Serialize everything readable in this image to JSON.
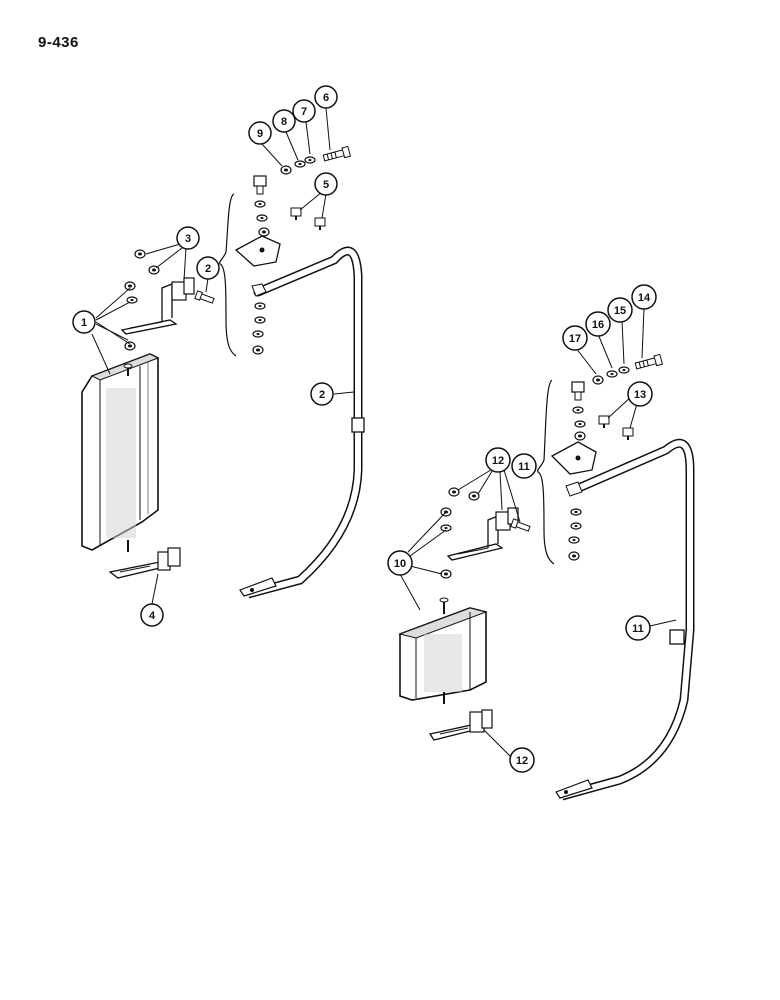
{
  "page": {
    "number": "9-436"
  },
  "callouts": [
    {
      "id": "c1",
      "label": "1"
    },
    {
      "id": "c2a",
      "label": "2"
    },
    {
      "id": "c2b",
      "label": "2"
    },
    {
      "id": "c3",
      "label": "3"
    },
    {
      "id": "c4",
      "label": "4"
    },
    {
      "id": "c5",
      "label": "5"
    },
    {
      "id": "c6",
      "label": "6"
    },
    {
      "id": "c7",
      "label": "7"
    },
    {
      "id": "c8",
      "label": "8"
    },
    {
      "id": "c9",
      "label": "9"
    },
    {
      "id": "c10",
      "label": "10"
    },
    {
      "id": "c11a",
      "label": "11"
    },
    {
      "id": "c11b",
      "label": "11"
    },
    {
      "id": "c12a",
      "label": "12"
    },
    {
      "id": "c12b",
      "label": "12"
    },
    {
      "id": "c13",
      "label": "13"
    },
    {
      "id": "c14",
      "label": "14"
    },
    {
      "id": "c15",
      "label": "15"
    },
    {
      "id": "c16",
      "label": "16"
    },
    {
      "id": "c17",
      "label": "17"
    }
  ]
}
